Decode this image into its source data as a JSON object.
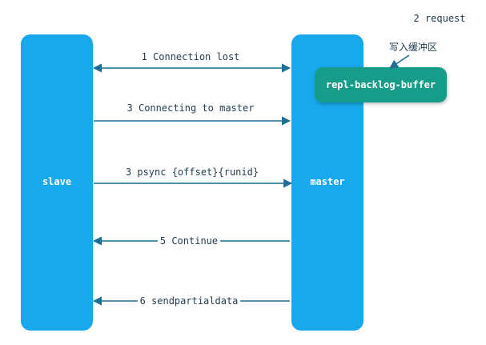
{
  "colors": {
    "lifeline": "#18a8ec",
    "buffer": "#129c88",
    "arrow": "#1f6e96",
    "text": "#1f3b4d"
  },
  "participants": {
    "slave": "slave",
    "master": "master"
  },
  "buffer": {
    "label": "repl-backlog-buffer",
    "note": "写入缓冲区"
  },
  "request": {
    "label": "2 request"
  },
  "messages": [
    {
      "label": "1 Connection lost",
      "direction": "both"
    },
    {
      "label": "3 Connecting to master",
      "direction": "to-master"
    },
    {
      "label": "3 psync {offset}{runid}",
      "direction": "to-master"
    },
    {
      "label": "5 Continue",
      "direction": "to-slave"
    },
    {
      "label": "6 sendpartialdata",
      "direction": "to-slave"
    }
  ]
}
